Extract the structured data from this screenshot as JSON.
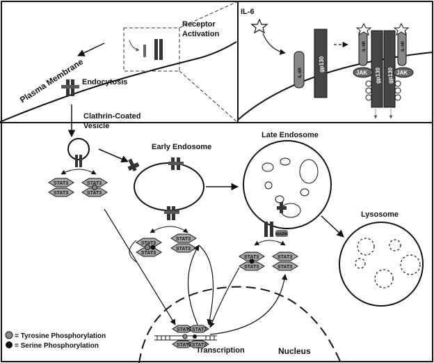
{
  "labels": {
    "il6": "IL-6",
    "receptor_activation_line1": "Receptor",
    "receptor_activation_line2": "Activation",
    "plasma_membrane": "Plasma Membrane",
    "endocytosis": "Endocytosis",
    "clathrin_line1": "Clathrin-Coated",
    "clathrin_line2": "Vesicle",
    "early_endosome": "Early Endosome",
    "late_endosome": "Late Endosome",
    "lysosome": "Lysosome",
    "transcription": "Transcription",
    "nucleus": "Nucleus",
    "mapk": "MAPK"
  },
  "receptors": {
    "il6r": "IL-6R",
    "gp130": "gp130",
    "jak": "JAK"
  },
  "stat": "STAT3",
  "legend": [
    {
      "symbol": "tyrosine",
      "text": "= Tyrosine Phosphorylation",
      "color": "#8a8a8a"
    },
    {
      "symbol": "serine",
      "text": "= Serine Phosphorylation",
      "color": "#111111"
    }
  ],
  "colors": {
    "stat_fill": "#a8a8a8",
    "receptor_dark": "#3a3a3a",
    "receptor_mid": "#666666",
    "outline": "#111111"
  }
}
